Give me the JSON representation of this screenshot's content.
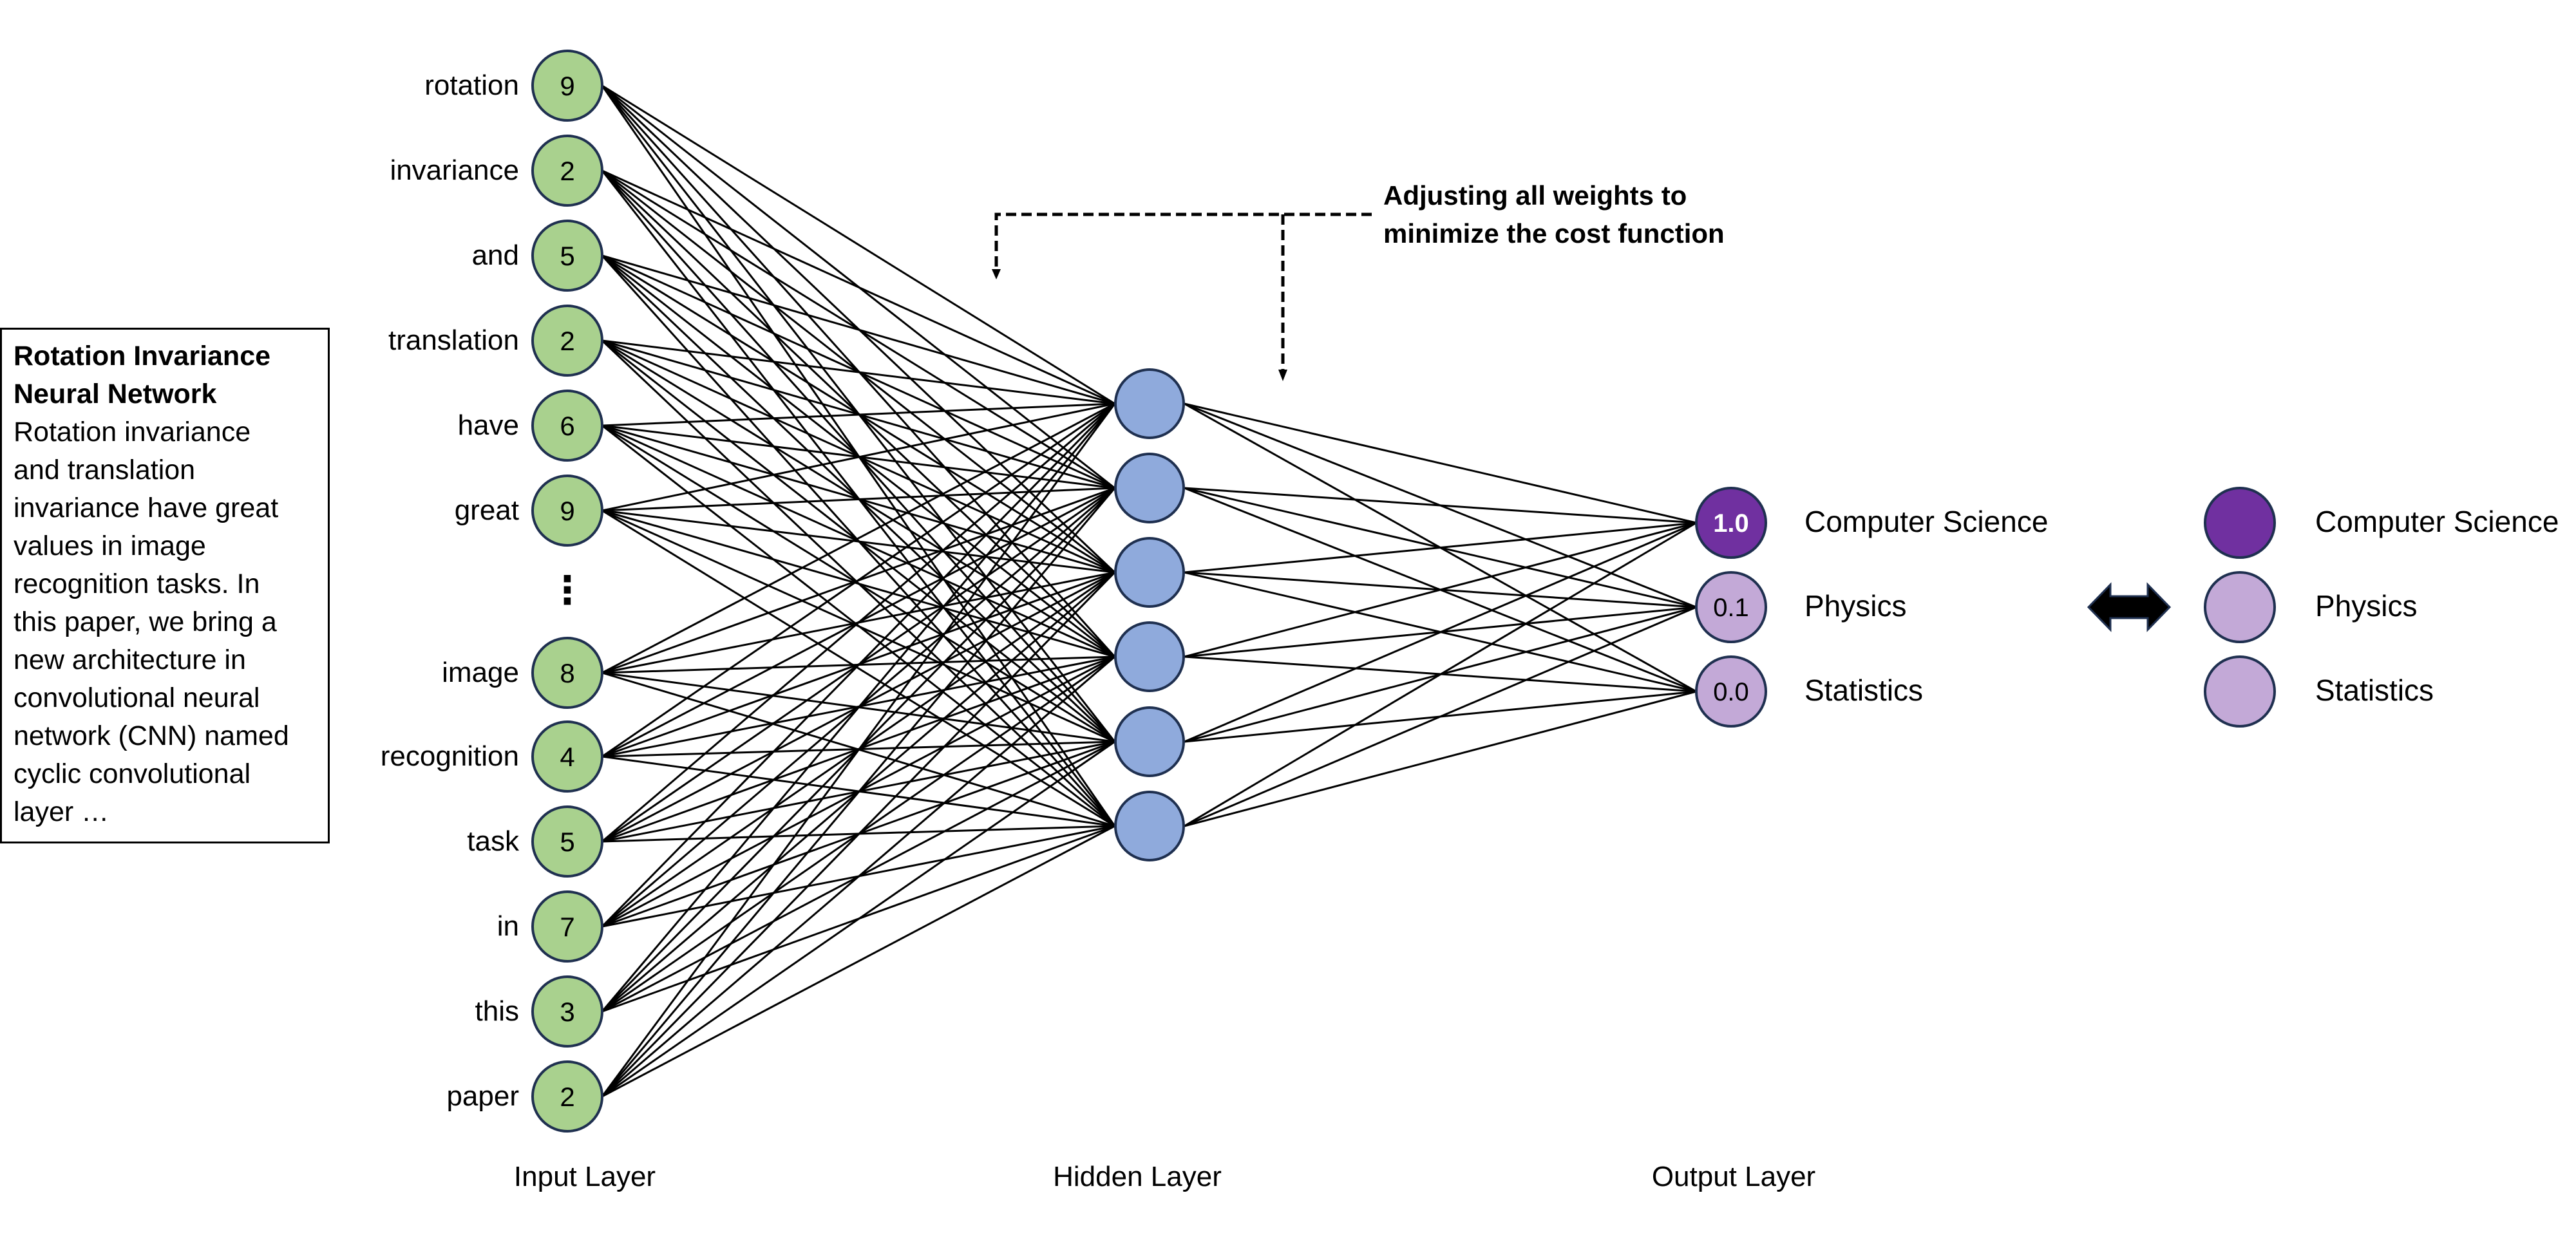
{
  "abstract": {
    "title": "Rotation Invariance Neural Network",
    "title_lines": [
      "Rotation Invariance",
      "Neural Network"
    ],
    "body_lines": [
      "Rotation invariance",
      "and translation",
      "invariance have great",
      "values in image",
      "recognition tasks. In",
      "this paper, we bring a",
      "new architecture in",
      "convolutional neural",
      "network (CNN) named",
      "cyclic convolutional",
      "layer …"
    ]
  },
  "input_layer": {
    "label": "Input Layer",
    "nodes": [
      {
        "word": "rotation",
        "value": "9"
      },
      {
        "word": "invariance",
        "value": "2"
      },
      {
        "word": "and",
        "value": "5"
      },
      {
        "word": "translation",
        "value": "2"
      },
      {
        "word": "have",
        "value": "6"
      },
      {
        "word": "great",
        "value": "9"
      },
      {
        "word": "image",
        "value": "8"
      },
      {
        "word": "recognition",
        "value": "4"
      },
      {
        "word": "task",
        "value": "5"
      },
      {
        "word": "in",
        "value": "7"
      },
      {
        "word": "this",
        "value": "3"
      },
      {
        "word": "paper",
        "value": "2"
      }
    ],
    "ellipsis": "⋮",
    "ellipsis_after_index": 5
  },
  "hidden_layer": {
    "label": "Hidden Layer",
    "node_count": 6
  },
  "output_layer": {
    "label": "Output Layer",
    "nodes": [
      {
        "category": "Computer Science",
        "value": "1.0",
        "active": true
      },
      {
        "category": "Physics",
        "value": "0.1",
        "active": false
      },
      {
        "category": "Statistics",
        "value": "0.0",
        "active": false
      }
    ]
  },
  "annotation": {
    "lines": [
      "Adjusting all weights to",
      "minimize the cost function"
    ]
  },
  "legend": {
    "arrow_icon": "double-headed-arrow",
    "items": [
      {
        "category": "Computer Science",
        "active": true
      },
      {
        "category": "Physics",
        "active": false
      },
      {
        "category": "Statistics",
        "active": false
      }
    ]
  },
  "colors": {
    "input_fill": "#A9D18E",
    "hidden_fill": "#8FAADC",
    "output_active_fill": "#7030A0",
    "output_inactive_fill": "#C3A9D7",
    "node_stroke": "#1F3050",
    "edge": "#000000",
    "active_text": "#FFFFFF"
  }
}
